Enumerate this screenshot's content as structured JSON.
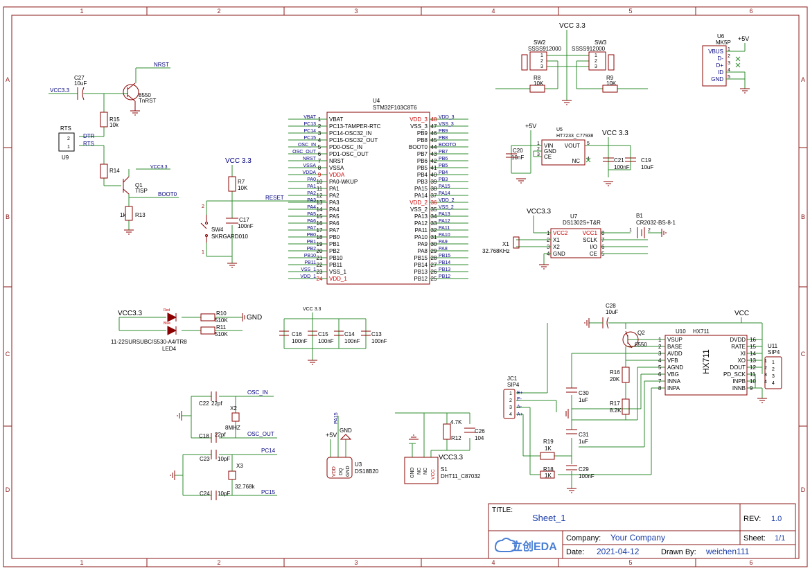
{
  "border": {
    "columns": [
      "1",
      "2",
      "3",
      "4",
      "5",
      "6"
    ],
    "rows": [
      "A",
      "B",
      "C",
      "D"
    ]
  },
  "power": {
    "vcc33": "VCC 3.3",
    "vcc33_tight": "VCC3.3",
    "vcc33_dup": "VCC3.3",
    "plus5v": "+5V",
    "vcc": "VCC",
    "gnd": "GND"
  },
  "nets": {
    "nrst": "NRST",
    "reset": "RESET",
    "boot0": "BOOT0",
    "dtr": "DTR",
    "rts": "RTS",
    "osc_in": "OSC_IN",
    "osc_out": "OSC_OUT",
    "pc14": "PC14",
    "pc15": "PC15",
    "pa15": "PA15"
  },
  "components": {
    "c27": {
      "ref": "C27",
      "value": "10uF"
    },
    "q_8550": {
      "ref": "8550",
      "value": "TnRST"
    },
    "r15": {
      "ref": "R15",
      "value": "10k"
    },
    "u9": {
      "ref": "U9",
      "label": "RTS"
    },
    "r14": {
      "ref": "R14"
    },
    "q1": {
      "ref": "Q1",
      "value": "TISP"
    },
    "r13": {
      "ref": "R13",
      "value": "1k"
    },
    "r7": {
      "ref": "R7",
      "value": "10K"
    },
    "c17": {
      "ref": "C17",
      "value": "100nF"
    },
    "sw4": {
      "ref": "SW4",
      "value": "SKRGARD010"
    },
    "u4": {
      "ref": "U4",
      "value": "STM32F103C8T6"
    },
    "sw2": {
      "ref": "SW2",
      "value": "SSSS912000"
    },
    "sw3": {
      "ref": "SW3",
      "value": "SSSS912000"
    },
    "r8": {
      "ref": "R8",
      "value": "10K"
    },
    "r9": {
      "ref": "R9",
      "value": "10K"
    },
    "u6": {
      "ref": "U6",
      "value": "MK5P"
    },
    "u5": {
      "ref": "U5",
      "value": "HT7233_C77938"
    },
    "c20": {
      "ref": "C20",
      "value": "10nF"
    },
    "c21": {
      "ref": "C21",
      "value": "100nF"
    },
    "c19": {
      "ref": "C19",
      "value": "10uF"
    },
    "u7": {
      "ref": "U7",
      "value": "DS1302S+T&R"
    },
    "b1": {
      "ref": "B1",
      "value": "CR2032-BS-8-1"
    },
    "x1": {
      "ref": "X1",
      "value": "32.768KHz"
    },
    "r10": {
      "ref": "R10",
      "value": "510K"
    },
    "r11": {
      "ref": "R11",
      "value": "510K"
    },
    "led4": {
      "ref": "LED4",
      "value": "11-22SURSUBC/S530-A4/TR8",
      "red": "Red",
      "blue": "Blue"
    },
    "c16": {
      "ref": "C16",
      "value": "100nF"
    },
    "c15": {
      "ref": "C15",
      "value": "100nF"
    },
    "c14": {
      "ref": "C14",
      "value": "100nF"
    },
    "c13": {
      "ref": "C13",
      "value": "100nF"
    },
    "c22": {
      "ref": "C22",
      "value": "22pf"
    },
    "c18": {
      "ref": "C18",
      "value": "22pf"
    },
    "x2": {
      "ref": "X2",
      "value": "8MHZ"
    },
    "c23": {
      "ref": "C23",
      "value": "10pF"
    },
    "c24": {
      "ref": "C24",
      "value": "10pF"
    },
    "x3": {
      "ref": "X3",
      "value": "32.768k"
    },
    "u3": {
      "ref": "U3",
      "value": "DS18B20",
      "pins": [
        "VDD",
        "DQ",
        "GND"
      ]
    },
    "s1": {
      "ref": "S1",
      "value": "DHT11_C87032",
      "pins": [
        "GND",
        "NC",
        "NC",
        "VCC"
      ]
    },
    "r12": {
      "ref": "R12",
      "value": "4.7K"
    },
    "c26": {
      "ref": "C26",
      "value": "104"
    },
    "c28": {
      "ref": "C28",
      "value": "10uF"
    },
    "q2": {
      "ref": "Q2",
      "value": "8550"
    },
    "u10": {
      "ref": "U10",
      "value": "HX711"
    },
    "r16": {
      "ref": "R16",
      "value": "20K"
    },
    "r17": {
      "ref": "R17",
      "value": "8.2K"
    },
    "c30": {
      "ref": "C30",
      "value": "1uF"
    },
    "c31": {
      "ref": "C31",
      "value": "1uF"
    },
    "r19": {
      "ref": "R19",
      "value": "1K"
    },
    "r18": {
      "ref": "R18",
      "value": "1K"
    },
    "c29": {
      "ref": "C29",
      "value": "100nF"
    },
    "jc1": {
      "ref": "JC1",
      "value": "SIP4",
      "pins": [
        "E+",
        "E-",
        "A-",
        "A+"
      ]
    },
    "u11": {
      "ref": "U11",
      "value": "SIP4"
    }
  },
  "stm32": {
    "left_pins": [
      {
        "num": "1",
        "name": "VBAT",
        "net": "VBAT"
      },
      {
        "num": "2",
        "name": "PC13-TAMPER-RTC",
        "net": "PC13"
      },
      {
        "num": "3",
        "name": "PC14-OSC32_IN",
        "net": "PC14"
      },
      {
        "num": "4",
        "name": "PC15-OSC32_OUT",
        "net": "PC15"
      },
      {
        "num": "5",
        "name": "PD0-OSC_IN",
        "net": "OSC_IN"
      },
      {
        "num": "6",
        "name": "PD1-OSC_OUT",
        "net": "OSC_OUT"
      },
      {
        "num": "7",
        "name": "NRST",
        "net": "NRST"
      },
      {
        "num": "8",
        "name": "VSSA",
        "net": "VSSA"
      },
      {
        "num": "9",
        "name": "VDDA",
        "net": "VDDA"
      },
      {
        "num": "10",
        "name": "PA0-WKUP",
        "net": "PA0"
      },
      {
        "num": "11",
        "name": "PA1",
        "net": "PA1"
      },
      {
        "num": "12",
        "name": "PA2",
        "net": "PA2"
      },
      {
        "num": "13",
        "name": "PA3",
        "net": "PA3"
      },
      {
        "num": "14",
        "name": "PA4",
        "net": "PA4"
      },
      {
        "num": "15",
        "name": "PA5",
        "net": "PA5"
      },
      {
        "num": "16",
        "name": "PA6",
        "net": "PA6"
      },
      {
        "num": "17",
        "name": "PA7",
        "net": "PA7"
      },
      {
        "num": "18",
        "name": "PB0",
        "net": "PB0"
      },
      {
        "num": "19",
        "name": "PB1",
        "net": "PB1"
      },
      {
        "num": "20",
        "name": "PB2",
        "net": "PB2"
      },
      {
        "num": "21",
        "name": "PB10",
        "net": "PB10"
      },
      {
        "num": "22",
        "name": "PB11",
        "net": "PB11"
      },
      {
        "num": "23",
        "name": "VSS_1",
        "net": "VSS_1"
      },
      {
        "num": "24",
        "name": "VDD_1",
        "net": "VDD_1"
      }
    ],
    "right_pins": [
      {
        "num": "48",
        "name": "VDD_3",
        "net": "VDD_3"
      },
      {
        "num": "47",
        "name": "VSS_3",
        "net": "VSS_3"
      },
      {
        "num": "46",
        "name": "PB9",
        "net": "PB9"
      },
      {
        "num": "45",
        "name": "PB8",
        "net": "PB8"
      },
      {
        "num": "44",
        "name": "BOOT0",
        "net": "BOOTO"
      },
      {
        "num": "43",
        "name": "PB7",
        "net": "PB7"
      },
      {
        "num": "42",
        "name": "PB6",
        "net": "PB6"
      },
      {
        "num": "41",
        "name": "PB5",
        "net": "PB5"
      },
      {
        "num": "40",
        "name": "PB4",
        "net": "PB4"
      },
      {
        "num": "39",
        "name": "PB3",
        "net": "PB3"
      },
      {
        "num": "38",
        "name": "PA15",
        "net": "PA15"
      },
      {
        "num": "37",
        "name": "PA14",
        "net": "PA14"
      },
      {
        "num": "36",
        "name": "VDD_2",
        "net": "VDD_2"
      },
      {
        "num": "35",
        "name": "VSS_2",
        "net": "VSS_2"
      },
      {
        "num": "34",
        "name": "PA13",
        "net": "PA13"
      },
      {
        "num": "33",
        "name": "PA12",
        "net": "PA12"
      },
      {
        "num": "32",
        "name": "PA11",
        "net": "PA11"
      },
      {
        "num": "31",
        "name": "PA10",
        "net": "PA10"
      },
      {
        "num": "30",
        "name": "PA9",
        "net": "PA9"
      },
      {
        "num": "29",
        "name": "PA8",
        "net": "PA8"
      },
      {
        "num": "28",
        "name": "PB15",
        "net": "PB15"
      },
      {
        "num": "27",
        "name": "PB14",
        "net": "PB14"
      },
      {
        "num": "26",
        "name": "PB13",
        "net": "PB13"
      },
      {
        "num": "25",
        "name": "PB12",
        "net": "PB12"
      }
    ],
    "red_pins": [
      "9",
      "24",
      "48",
      "36"
    ]
  },
  "u5_pins": {
    "left": [
      [
        "1",
        "VIN"
      ],
      [
        "2",
        "GND"
      ],
      [
        "3",
        "CE"
      ]
    ],
    "right": [
      [
        "5",
        "VOUT"
      ],
      [
        "4",
        "NC"
      ]
    ]
  },
  "u6_pins": [
    [
      "1",
      "VBUS"
    ],
    [
      "2",
      "D-"
    ],
    [
      "3",
      "D+"
    ],
    [
      "4",
      "ID"
    ],
    [
      "5",
      "GND"
    ]
  ],
  "u7_pins": {
    "left": [
      [
        "1",
        "VCC2"
      ],
      [
        "2",
        "X1"
      ],
      [
        "3",
        "X2"
      ],
      [
        "4",
        "GND"
      ]
    ],
    "right": [
      [
        "8",
        "VCC1"
      ],
      [
        "7",
        "SCLK"
      ],
      [
        "6",
        "I/O"
      ],
      [
        "5",
        "CE"
      ]
    ]
  },
  "u10_pins": {
    "left": [
      [
        "1",
        "VSUP"
      ],
      [
        "2",
        "BASE"
      ],
      [
        "3",
        "AVDD"
      ],
      [
        "4",
        "VFB"
      ],
      [
        "5",
        "AGND"
      ],
      [
        "6",
        "VBG"
      ],
      [
        "7",
        "INNA"
      ],
      [
        "8",
        "INPA"
      ]
    ],
    "right": [
      [
        "16",
        "DVDD"
      ],
      [
        "15",
        "RATE"
      ],
      [
        "14",
        "XI"
      ],
      [
        "13",
        "XO"
      ],
      [
        "12",
        "DOUT"
      ],
      [
        "11",
        "PD_SCK"
      ],
      [
        "10",
        "INPB"
      ],
      [
        "9",
        "INNB"
      ]
    ]
  },
  "title_block": {
    "title_label": "TITLE:",
    "title": "Sheet_1",
    "rev_label": "REV:",
    "rev": "1.0",
    "company_label": "Company:",
    "company": "Your Company",
    "sheet_label": "Sheet:",
    "sheet": "1/1",
    "date_label": "Date:",
    "date": "2021-04-12",
    "drawn_label": "Drawn By:",
    "drawn_by": "weichen111",
    "logo_text": "立创EDA"
  },
  "colors": {
    "border": "#8b1a1a",
    "wire": "#2e8b2e",
    "component": "#8b0000",
    "net_label": "#000080",
    "text": "#000000",
    "pin_red": "#cc0000",
    "logo": "#4a7fd4",
    "title_text": "#1a3da8"
  }
}
